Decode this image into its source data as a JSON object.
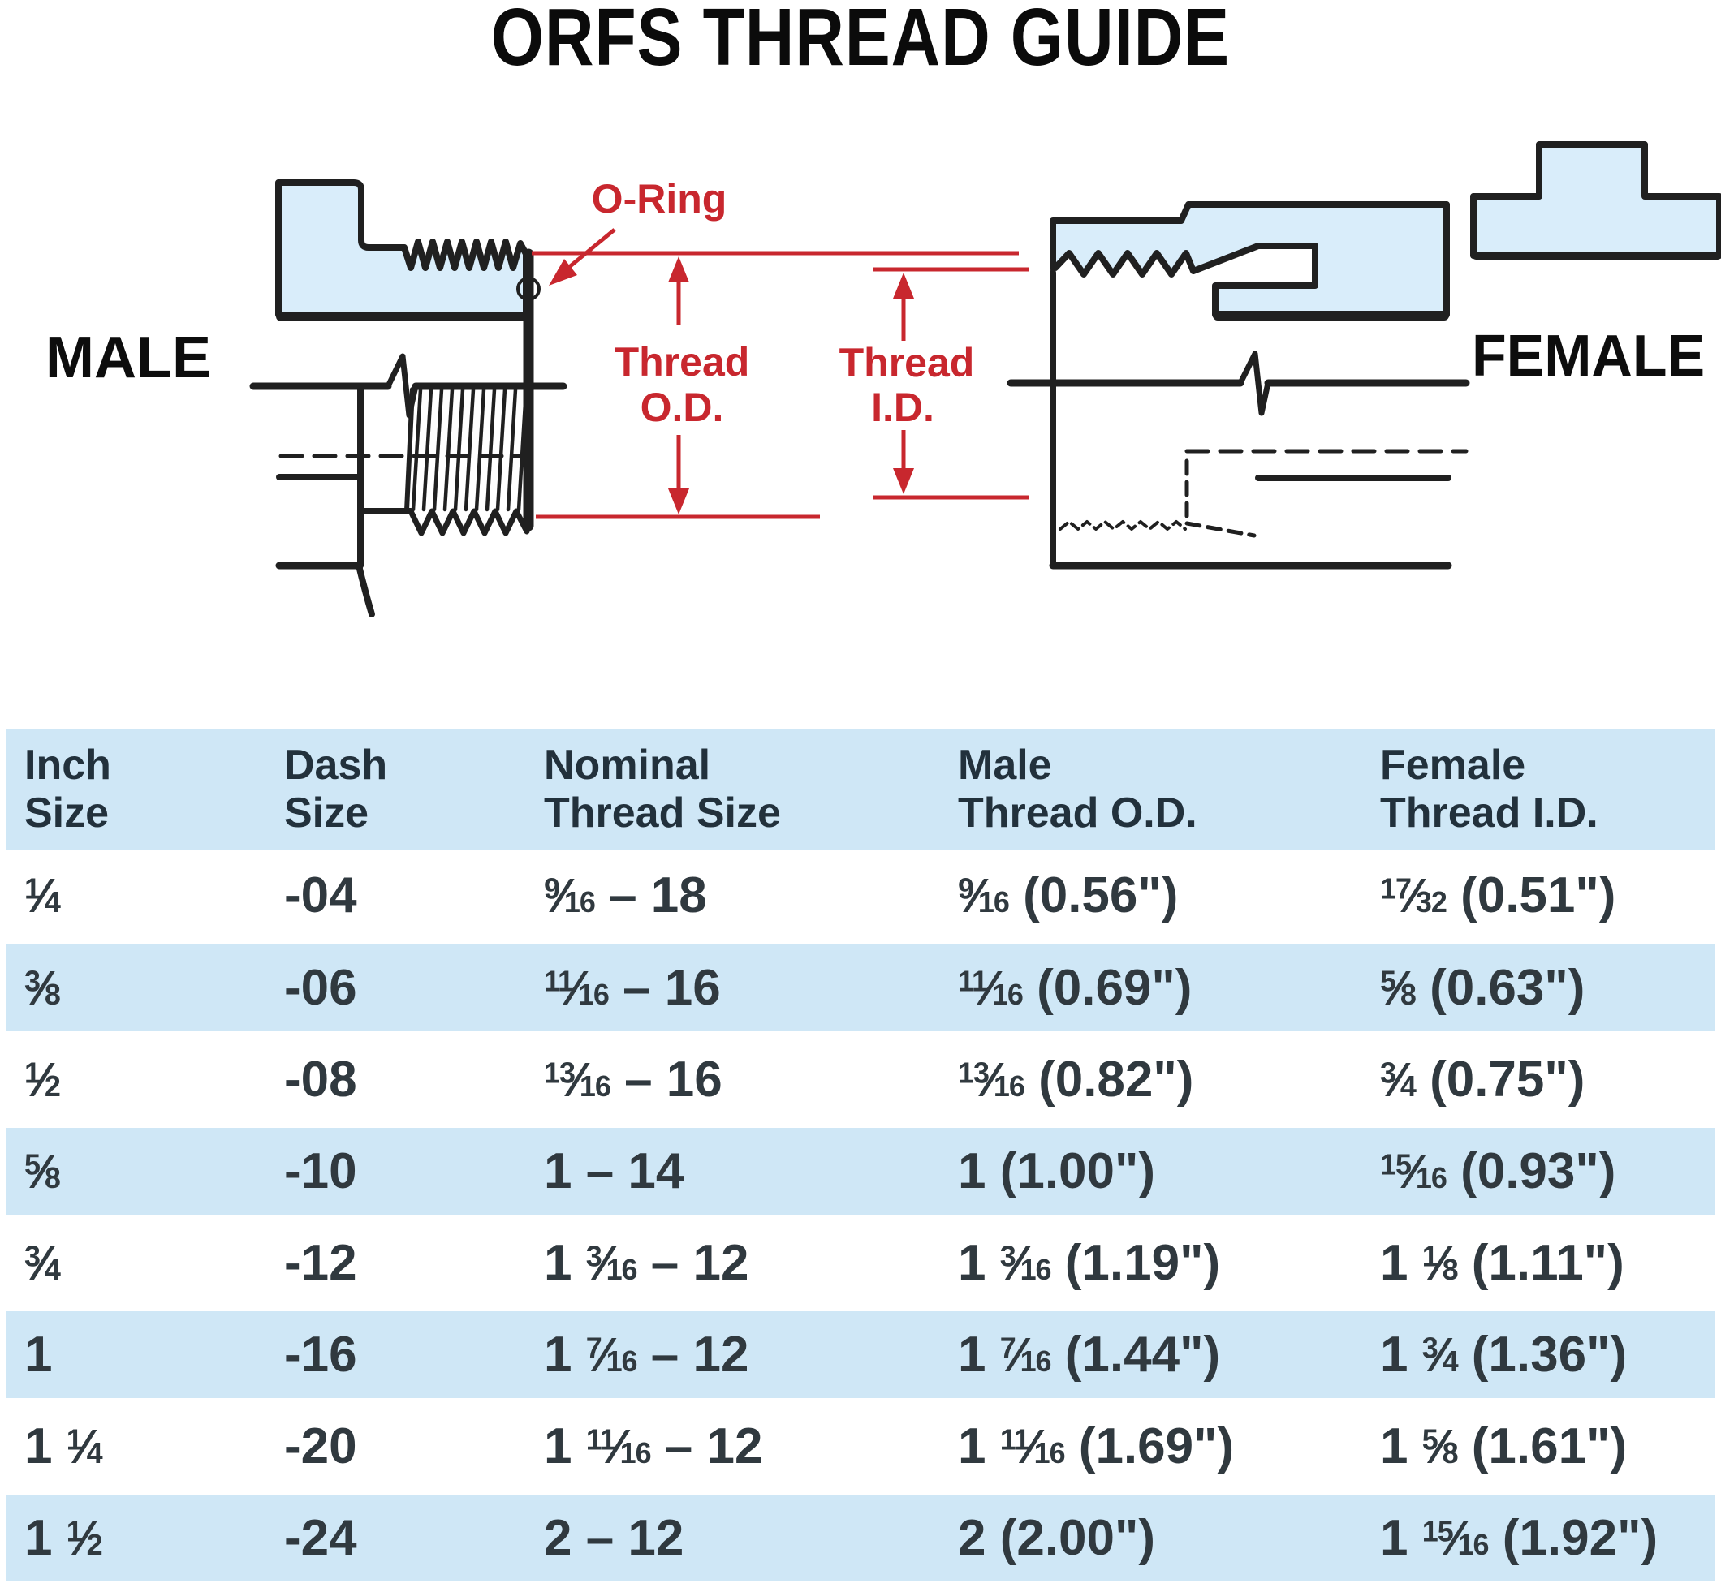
{
  "title": "ORFS THREAD GUIDE",
  "diagram": {
    "male_label": "MALE",
    "female_label": "FEMALE",
    "o_ring_label": "O-Ring",
    "thread_od_label_line1": "Thread",
    "thread_od_label_line2": "O.D.",
    "thread_id_label_line1": "Thread",
    "thread_id_label_line2": "I.D."
  },
  "table": {
    "columns": [
      "Inch\nSize",
      "Dash\nSize",
      "Nominal\nThread Size",
      "Male\nThread O.D.",
      "Female\nThread I.D."
    ],
    "rows": [
      [
        "1/4",
        "-04",
        "9/16 – 18",
        "9/16 (0.56\")",
        "17/32 (0.51\")"
      ],
      [
        "3/8",
        "-06",
        "11/16 – 16",
        "11/16 (0.69\")",
        "5/8 (0.63\")"
      ],
      [
        "1/2",
        "-08",
        "13/16 – 16",
        "13/16 (0.82\")",
        "3/4 (0.75\")"
      ],
      [
        "5/8",
        "-10",
        "1 – 14",
        "1 (1.00\")",
        "15/16 (0.93\")"
      ],
      [
        "3/4",
        "-12",
        "1 3/16 – 12",
        "1 3/16 (1.19\")",
        "1 1/8 (1.11\")"
      ],
      [
        "1",
        "-16",
        "1 7/16 – 12",
        "1 7/16 (1.44\")",
        "1 3/4 (1.36\")"
      ],
      [
        "1 1/4",
        "-20",
        "1 11/16 – 12",
        "1 11/16 (1.69\")",
        "1 5/8 (1.61\")"
      ],
      [
        "1 1/2",
        "-24",
        "2 – 12",
        "2 (2.00\")",
        "1 15/16 (1.92\")"
      ]
    ]
  },
  "colors": {
    "ink": "#202020",
    "annotation_red": "#c8272e",
    "diagram_fill": "#d9edfa",
    "table_band": "#cfe7f6",
    "header_text": "#22313c",
    "cell_text": "#30393f"
  }
}
